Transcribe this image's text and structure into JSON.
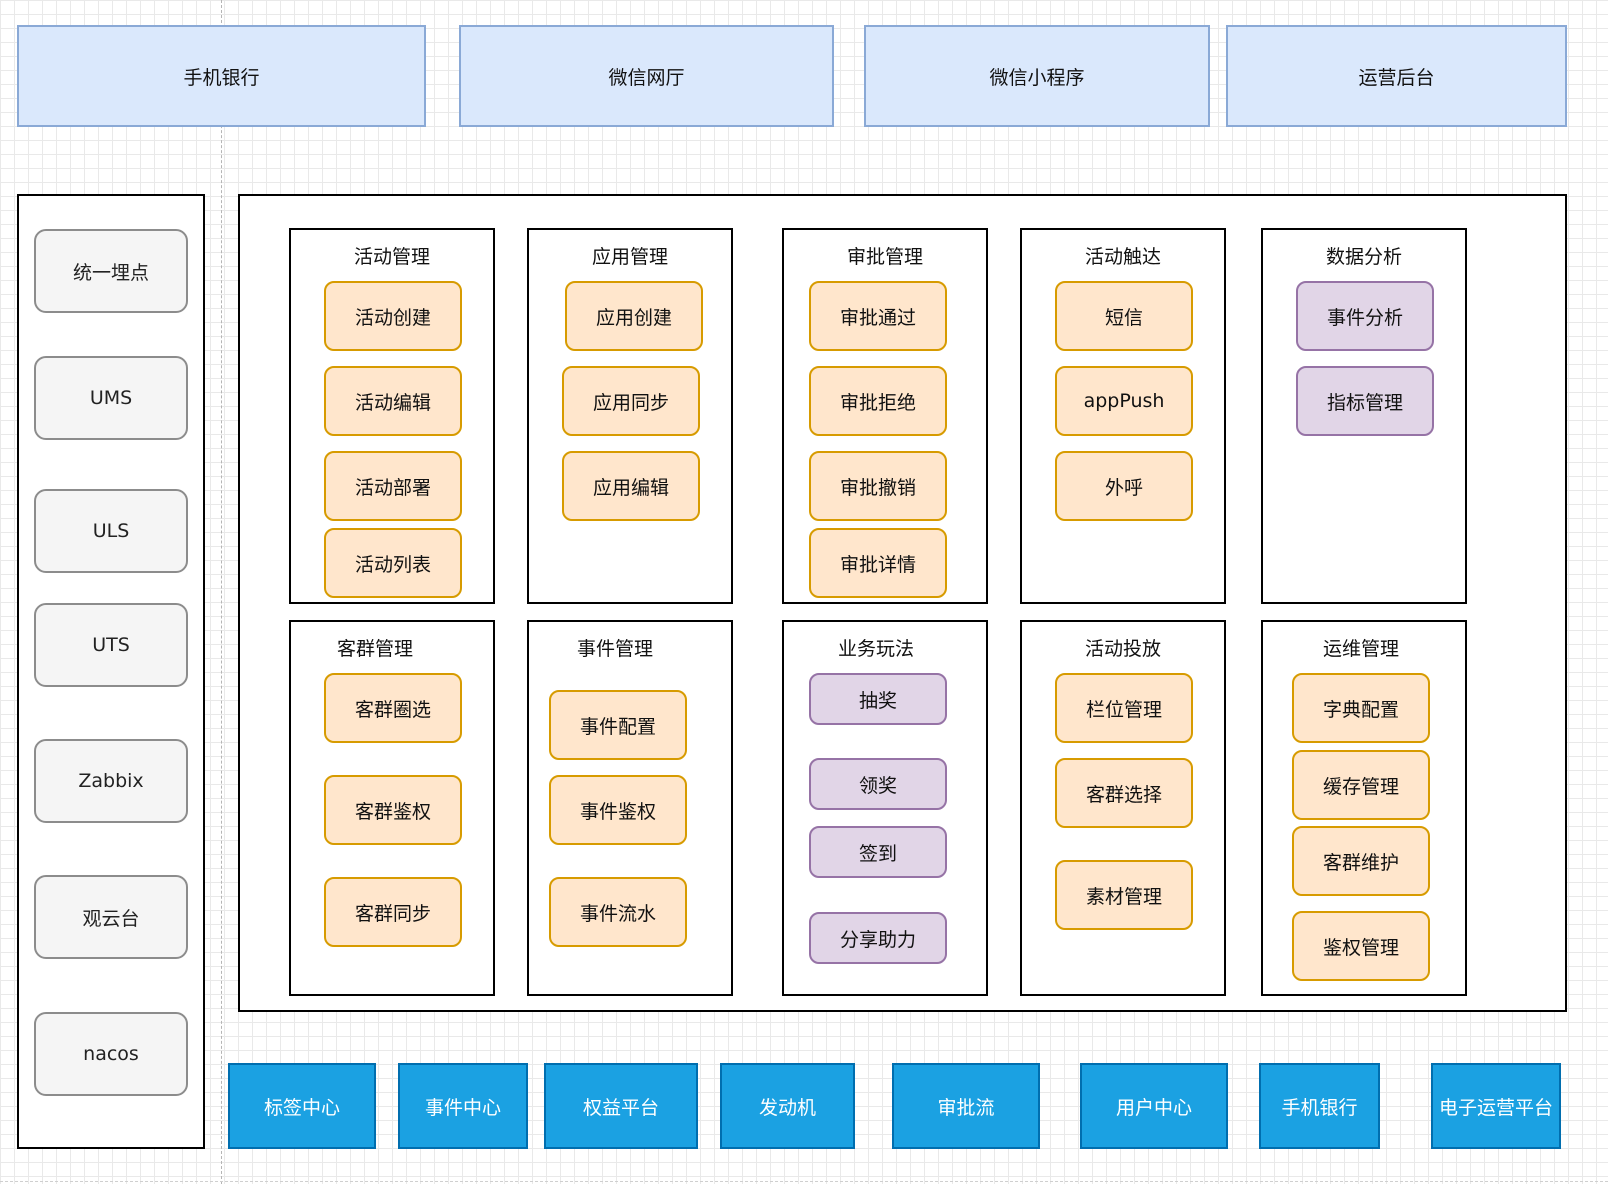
{
  "channels": [
    {
      "label": "手机银行"
    },
    {
      "label": "微信网厅"
    },
    {
      "label": "微信小程序"
    },
    {
      "label": "运营后台"
    }
  ],
  "sidebar": {
    "items": [
      {
        "label": "统一埋点"
      },
      {
        "label": "UMS"
      },
      {
        "label": "ULS"
      },
      {
        "label": "UTS"
      },
      {
        "label": "Zabbix"
      },
      {
        "label": "观云台"
      },
      {
        "label": "nacos"
      }
    ]
  },
  "modules": [
    {
      "title": "活动管理",
      "items": [
        {
          "label": "活动创建"
        },
        {
          "label": "活动编辑"
        },
        {
          "label": "活动部署"
        },
        {
          "label": "活动列表"
        }
      ]
    },
    {
      "title": "应用管理",
      "items": [
        {
          "label": "应用创建"
        },
        {
          "label": "应用同步"
        },
        {
          "label": "应用编辑"
        }
      ]
    },
    {
      "title": "审批管理",
      "items": [
        {
          "label": "审批通过"
        },
        {
          "label": "审批拒绝"
        },
        {
          "label": "审批撤销"
        },
        {
          "label": "审批详情"
        }
      ]
    },
    {
      "title": "活动触达",
      "items": [
        {
          "label": "短信"
        },
        {
          "label": "appPush"
        },
        {
          "label": "外呼"
        }
      ]
    },
    {
      "title": "数据分析",
      "items": [
        {
          "label": "事件分析"
        },
        {
          "label": "指标管理"
        }
      ]
    },
    {
      "title": "客群管理",
      "items": [
        {
          "label": "客群圈选"
        },
        {
          "label": "客群鉴权"
        },
        {
          "label": "客群同步"
        }
      ]
    },
    {
      "title": "事件管理",
      "items": [
        {
          "label": "事件配置"
        },
        {
          "label": "事件鉴权"
        },
        {
          "label": "事件流水"
        }
      ]
    },
    {
      "title": "业务玩法",
      "items": [
        {
          "label": "抽奖"
        },
        {
          "label": "领奖"
        },
        {
          "label": "签到"
        },
        {
          "label": "分享助力"
        }
      ]
    },
    {
      "title": "活动投放",
      "items": [
        {
          "label": "栏位管理"
        },
        {
          "label": "客群选择"
        },
        {
          "label": "素材管理"
        }
      ]
    },
    {
      "title": "运维管理",
      "items": [
        {
          "label": "字典配置"
        },
        {
          "label": "缓存管理"
        },
        {
          "label": "客群维护"
        },
        {
          "label": "鉴权管理"
        }
      ]
    }
  ],
  "dependencies": [
    {
      "label": "标签中心"
    },
    {
      "label": "事件中心"
    },
    {
      "label": "权益平台"
    },
    {
      "label": "发动机"
    },
    {
      "label": "审批流"
    },
    {
      "label": "用户中心"
    },
    {
      "label": "手机银行"
    },
    {
      "label": "电子运营平台"
    }
  ],
  "colors": {
    "channel_fill": "#dae8fc",
    "channel_border": "#8aa9d6",
    "function_fill": "#ffe6cc",
    "function_border": "#d79b00",
    "purple_fill": "#e1d5e7",
    "purple_border": "#9673a6",
    "dependency_fill": "#1ba1e2",
    "sidebar_fill": "#f5f5f5"
  }
}
